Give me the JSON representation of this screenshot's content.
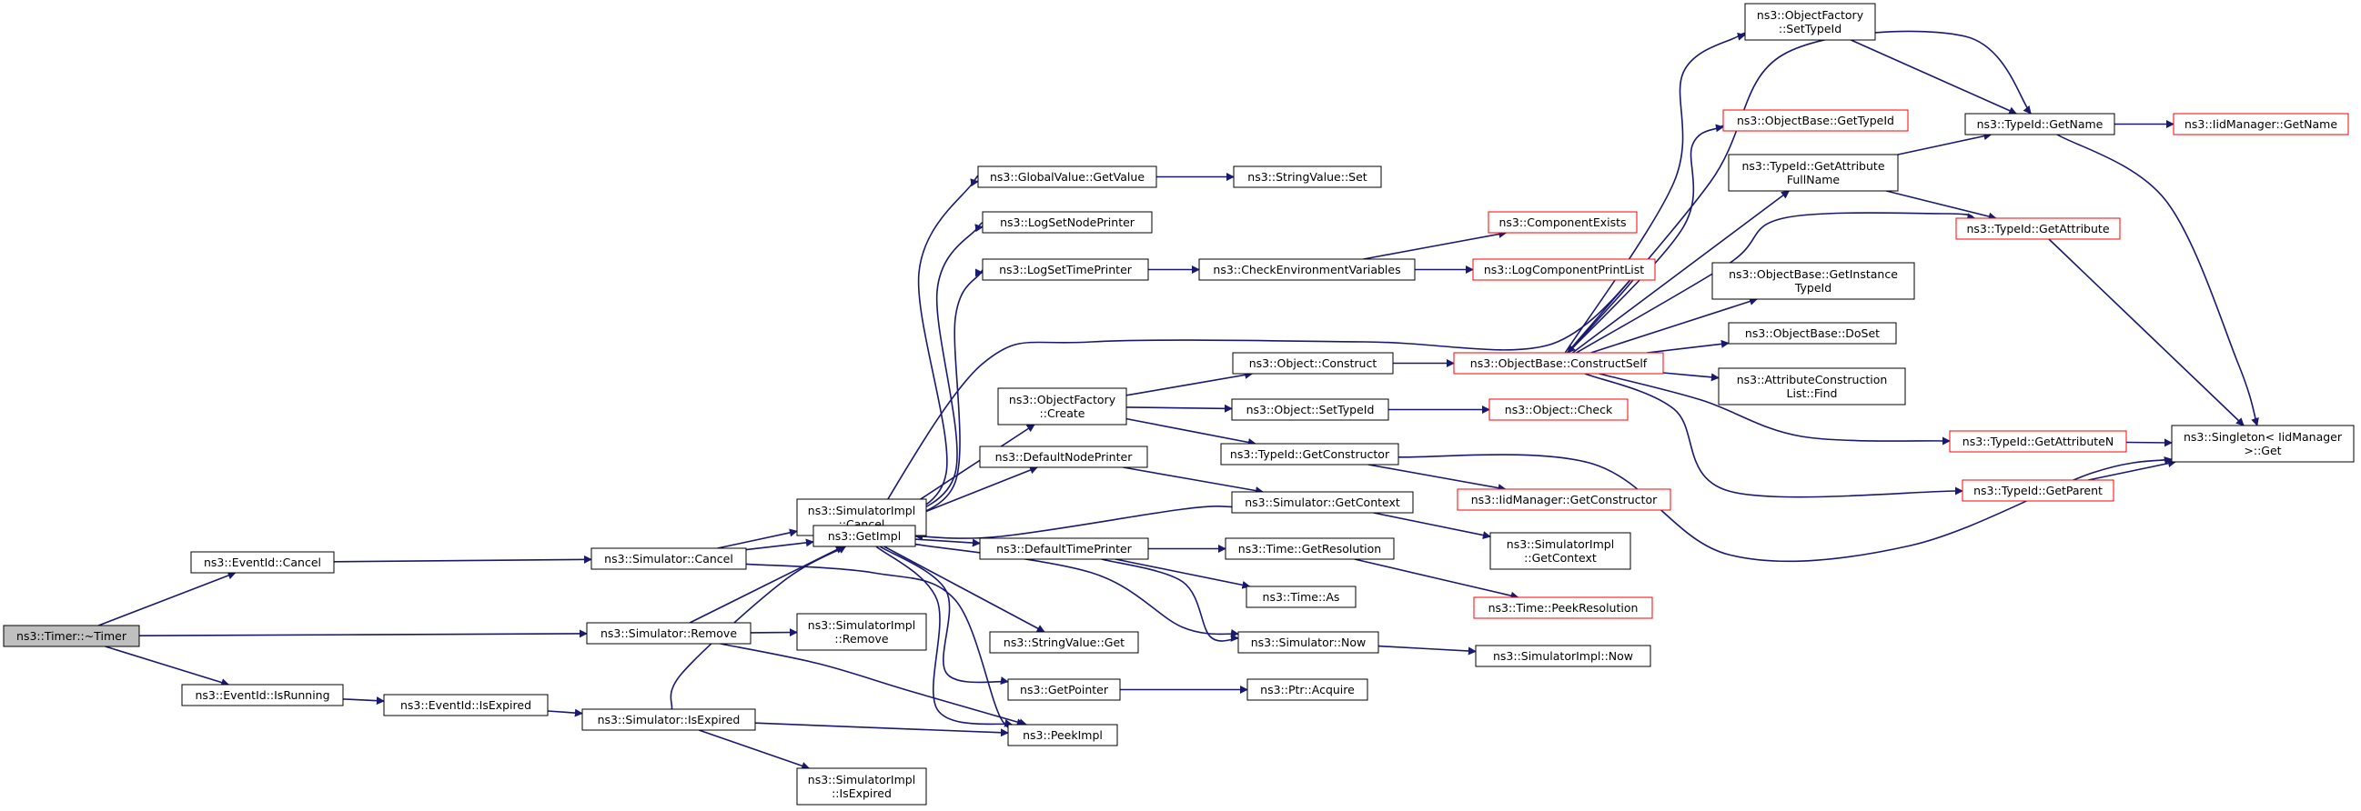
{
  "colors": {
    "edge": "#191970",
    "normal_border": "#000000",
    "truncated_border": "#ff0000",
    "root_fill": "#bfbfbf",
    "node_fill": "#ffffff"
  },
  "nodes": [
    {
      "id": "timer_dtor",
      "lines": [
        "ns3::Timer::~Timer"
      ],
      "style": "root"
    },
    {
      "id": "eventid_cancel",
      "lines": [
        "ns3::EventId::Cancel"
      ],
      "style": "normal"
    },
    {
      "id": "eventid_isrunning",
      "lines": [
        "ns3::EventId::IsRunning"
      ],
      "style": "normal"
    },
    {
      "id": "eventid_isexpired",
      "lines": [
        "ns3::EventId::IsExpired"
      ],
      "style": "normal"
    },
    {
      "id": "sim_cancel",
      "lines": [
        "ns3::Simulator::Cancel"
      ],
      "style": "normal"
    },
    {
      "id": "sim_remove",
      "lines": [
        "ns3::Simulator::Remove"
      ],
      "style": "normal"
    },
    {
      "id": "sim_isexpired",
      "lines": [
        "ns3::Simulator::IsExpired"
      ],
      "style": "normal"
    },
    {
      "id": "simimpl_cancel",
      "lines": [
        "ns3::SimulatorImpl",
        "::Cancel"
      ],
      "style": "normal"
    },
    {
      "id": "simimpl_remove",
      "lines": [
        "ns3::SimulatorImpl",
        "::Remove"
      ],
      "style": "normal"
    },
    {
      "id": "simimpl_isexpired",
      "lines": [
        "ns3::SimulatorImpl",
        "::IsExpired"
      ],
      "style": "normal"
    },
    {
      "id": "getimpl",
      "lines": [
        "ns3::GetImpl"
      ],
      "style": "normal"
    },
    {
      "id": "peekimpl",
      "lines": [
        "ns3::PeekImpl"
      ],
      "style": "normal"
    },
    {
      "id": "globalvalue_getvalue",
      "lines": [
        "ns3::GlobalValue::GetValue"
      ],
      "style": "normal"
    },
    {
      "id": "logsetnodeprinter",
      "lines": [
        "ns3::LogSetNodePrinter"
      ],
      "style": "normal"
    },
    {
      "id": "logsettimeprinter",
      "lines": [
        "ns3::LogSetTimePrinter"
      ],
      "style": "normal"
    },
    {
      "id": "objectfactory_create",
      "lines": [
        "ns3::ObjectFactory",
        "::Create"
      ],
      "style": "normal"
    },
    {
      "id": "defaultnodeprinter",
      "lines": [
        "ns3::DefaultNodePrinter"
      ],
      "style": "normal"
    },
    {
      "id": "defaulttimeprinter",
      "lines": [
        "ns3::DefaultTimePrinter"
      ],
      "style": "normal"
    },
    {
      "id": "stringvalue_get",
      "lines": [
        "ns3::StringValue::Get"
      ],
      "style": "normal"
    },
    {
      "id": "getpointer",
      "lines": [
        "ns3::GetPointer"
      ],
      "style": "normal"
    },
    {
      "id": "stringvalue_set",
      "lines": [
        "ns3::StringValue::Set"
      ],
      "style": "normal"
    },
    {
      "id": "checkenvvars",
      "lines": [
        "ns3::CheckEnvironmentVariables"
      ],
      "style": "normal"
    },
    {
      "id": "object_construct",
      "lines": [
        "ns3::Object::Construct"
      ],
      "style": "normal"
    },
    {
      "id": "object_settypeid",
      "lines": [
        "ns3::Object::SetTypeId"
      ],
      "style": "normal"
    },
    {
      "id": "typeid_getconstructor",
      "lines": [
        "ns3::TypeId::GetConstructor"
      ],
      "style": "normal"
    },
    {
      "id": "sim_getcontext",
      "lines": [
        "ns3::Simulator::GetContext"
      ],
      "style": "normal"
    },
    {
      "id": "time_getresolution",
      "lines": [
        "ns3::Time::GetResolution"
      ],
      "style": "normal"
    },
    {
      "id": "time_as",
      "lines": [
        "ns3::Time::As"
      ],
      "style": "normal"
    },
    {
      "id": "sim_now",
      "lines": [
        "ns3::Simulator::Now"
      ],
      "style": "normal"
    },
    {
      "id": "ptr_acquire",
      "lines": [
        "ns3::Ptr::Acquire"
      ],
      "style": "normal"
    },
    {
      "id": "componentexists",
      "lines": [
        "ns3::ComponentExists"
      ],
      "style": "truncated"
    },
    {
      "id": "logcomponentprintlist",
      "lines": [
        "ns3::LogComponentPrintList"
      ],
      "style": "truncated"
    },
    {
      "id": "objectbase_constructself",
      "lines": [
        "ns3::ObjectBase::ConstructSelf"
      ],
      "style": "truncated"
    },
    {
      "id": "object_check",
      "lines": [
        "ns3::Object::Check"
      ],
      "style": "truncated"
    },
    {
      "id": "iidmanager_getconstructor",
      "lines": [
        "ns3::IidManager::GetConstructor"
      ],
      "style": "truncated"
    },
    {
      "id": "simimpl_getcontext",
      "lines": [
        "ns3::SimulatorImpl",
        "::GetContext"
      ],
      "style": "normal"
    },
    {
      "id": "time_peekresolution",
      "lines": [
        "ns3::Time::PeekResolution"
      ],
      "style": "truncated"
    },
    {
      "id": "simimpl_now",
      "lines": [
        "ns3::SimulatorImpl::Now"
      ],
      "style": "normal"
    },
    {
      "id": "objectfactory_settypeid",
      "lines": [
        "ns3::ObjectFactory",
        "::SetTypeId"
      ],
      "style": "normal"
    },
    {
      "id": "objectbase_gettypeid",
      "lines": [
        "ns3::ObjectBase::GetTypeId"
      ],
      "style": "truncated"
    },
    {
      "id": "typeid_getattributefullname",
      "lines": [
        "ns3::TypeId::GetAttribute",
        "FullName"
      ],
      "style": "normal"
    },
    {
      "id": "objectbase_getinstancetypeid",
      "lines": [
        "ns3::ObjectBase::GetInstance",
        "TypeId"
      ],
      "style": "normal"
    },
    {
      "id": "objectbase_doset",
      "lines": [
        "ns3::ObjectBase::DoSet"
      ],
      "style": "normal"
    },
    {
      "id": "attrconstructionlist_find",
      "lines": [
        "ns3::AttributeConstruction",
        "List::Find"
      ],
      "style": "normal"
    },
    {
      "id": "typeid_getname",
      "lines": [
        "ns3::TypeId::GetName"
      ],
      "style": "normal"
    },
    {
      "id": "typeid_getattribute",
      "lines": [
        "ns3::TypeId::GetAttribute"
      ],
      "style": "truncated"
    },
    {
      "id": "typeid_getattributen",
      "lines": [
        "ns3::TypeId::GetAttributeN"
      ],
      "style": "truncated"
    },
    {
      "id": "typeid_getparent",
      "lines": [
        "ns3::TypeId::GetParent"
      ],
      "style": "truncated"
    },
    {
      "id": "iidmanager_getname",
      "lines": [
        "ns3::IidManager::GetName"
      ],
      "style": "truncated"
    },
    {
      "id": "singleton_get",
      "lines": [
        "ns3::Singleton< IidManager",
        " >::Get"
      ],
      "style": "normal"
    }
  ]
}
